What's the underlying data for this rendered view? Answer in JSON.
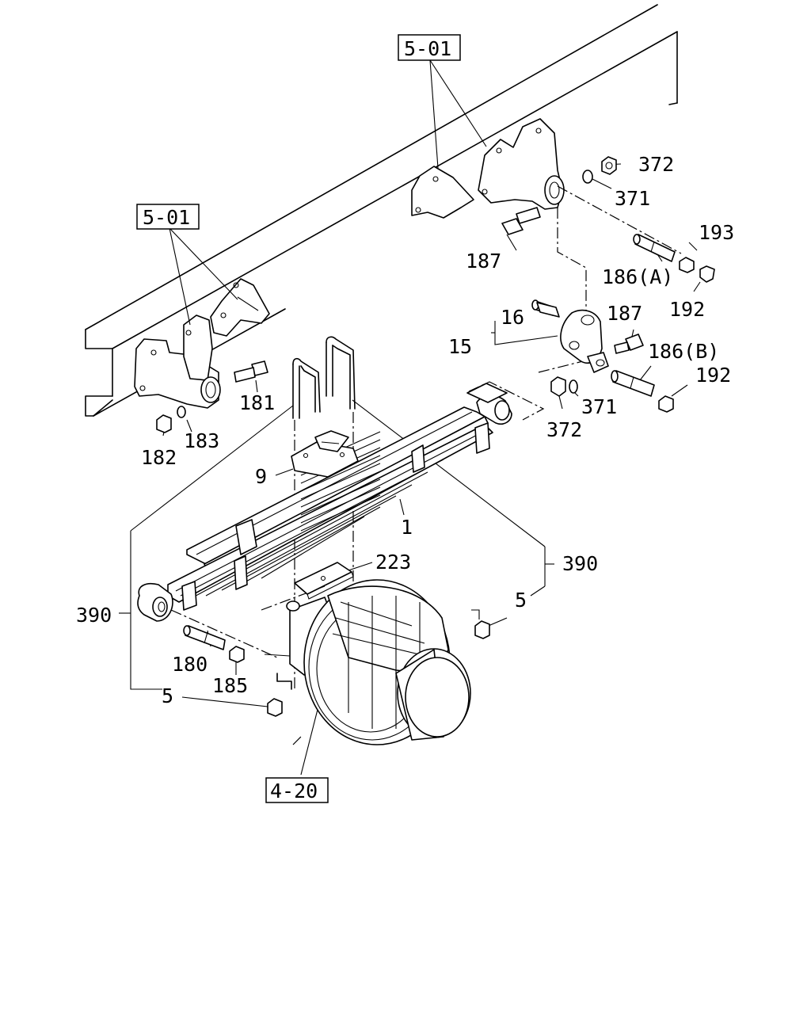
{
  "refs": {
    "ref_top": "5-01",
    "ref_left": "5-01",
    "ref_axle": "4-20"
  },
  "labels": {
    "p372_top": "372",
    "p371_top": "371",
    "p193": "193",
    "p187_top": "187",
    "p186a": "186(A)",
    "p192_top": "192",
    "p16": "16",
    "p15": "15",
    "p187_mid": "187",
    "p186b": "186(B)",
    "p192_mid": "192",
    "p371_mid": "371",
    "p372_mid": "372",
    "p181": "181",
    "p182": "182",
    "p183": "183",
    "p9": "9",
    "p1": "1",
    "p223": "223",
    "p390_right": "390",
    "p5_right": "5",
    "p390_left": "390",
    "p180": "180",
    "p185": "185",
    "p5_left": "5"
  }
}
